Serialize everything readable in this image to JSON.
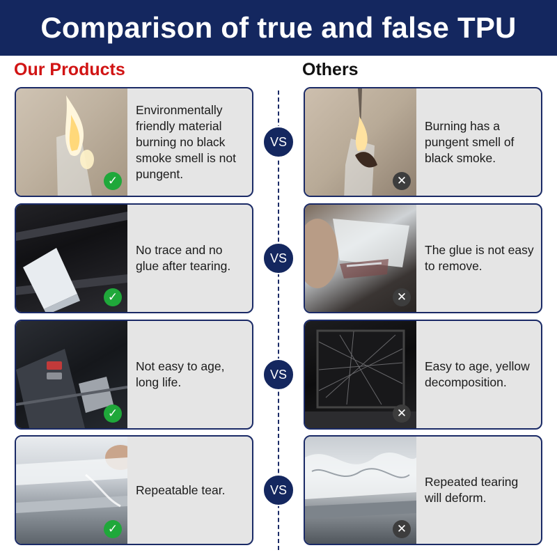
{
  "title": "Comparison of true and false TPU",
  "columns": {
    "ours": "Our Products",
    "others": "Others"
  },
  "vs_label": "VS",
  "colors": {
    "banner": "#14275f",
    "ours_heading": "#d11414",
    "check": "#1fa83a",
    "cross": "#3d3d3d"
  },
  "rows": [
    {
      "ours": {
        "text": "Environmentally friendly material burning no black smoke smell is not pungent.",
        "icon": "check-icon"
      },
      "others": {
        "text": "Burning has a pungent smell of black smoke.",
        "icon": "cross-icon"
      }
    },
    {
      "ours": {
        "text": "No trace and no glue after tearing.",
        "icon": "check-icon"
      },
      "others": {
        "text": "The glue is not easy to remove.",
        "icon": "cross-icon"
      }
    },
    {
      "ours": {
        "text": "Not easy to age, long life.",
        "icon": "check-icon"
      },
      "others": {
        "text": "Easy to age, yellow decomposition.",
        "icon": "cross-icon"
      }
    },
    {
      "ours": {
        "text": "Repeatable tear.",
        "icon": "check-icon"
      },
      "others": {
        "text": "Repeated tearing will deform.",
        "icon": "cross-icon"
      }
    }
  ]
}
